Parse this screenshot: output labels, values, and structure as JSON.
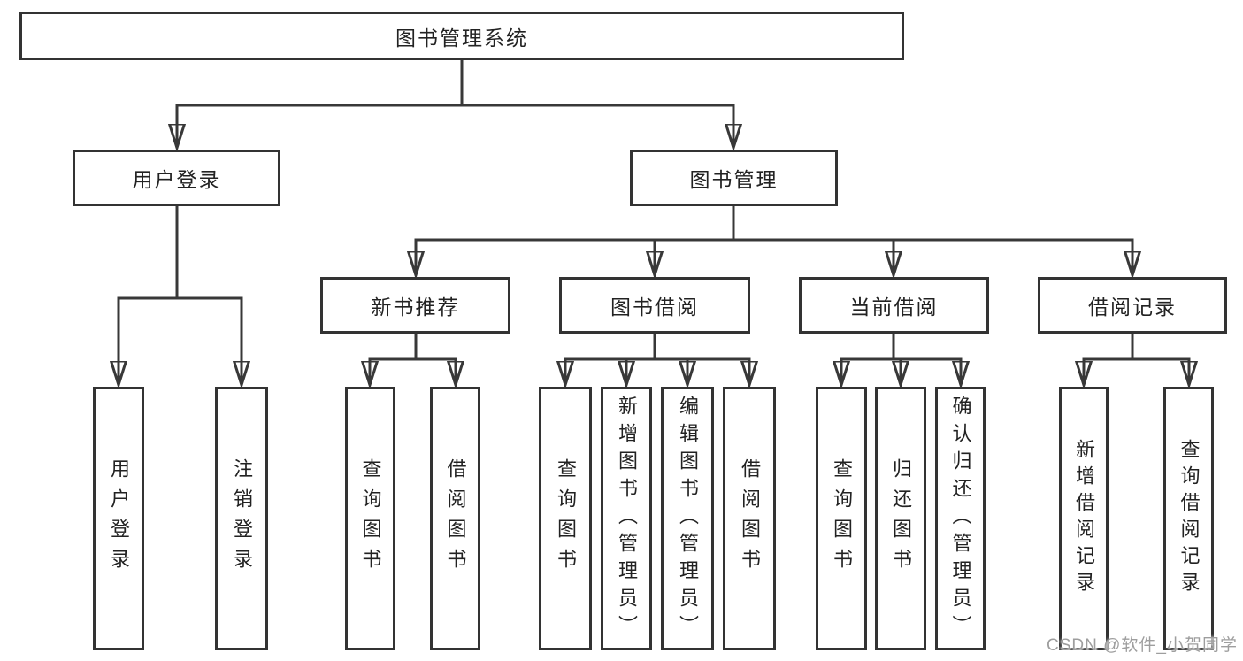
{
  "colors": {
    "background": "#ffffff",
    "box_border": "#333333",
    "connector_line": "#383838",
    "text": "#222222",
    "watermark_text": "#9e9e9e"
  },
  "watermark": "CSDN @软件_小贺同学",
  "diagram": {
    "root": "图书管理系统",
    "branches": [
      {
        "label": "用户登录",
        "children": [
          "用户登录",
          "注销登录"
        ]
      },
      {
        "label": "图书管理",
        "sections": [
          {
            "label": "新书推荐",
            "children": [
              "查询图书",
              "借阅图书"
            ]
          },
          {
            "label": "图书借阅",
            "children": [
              "查询图书",
              "新增图书（管理员）",
              "编辑图书（管理员）",
              "借阅图书"
            ]
          },
          {
            "label": "当前借阅",
            "children": [
              "查询图书",
              "归还图书",
              "确认归还（管理员）"
            ]
          },
          {
            "label": "借阅记录",
            "children": [
              "新增借阅记录",
              "查询借阅记录"
            ]
          }
        ]
      }
    ]
  }
}
